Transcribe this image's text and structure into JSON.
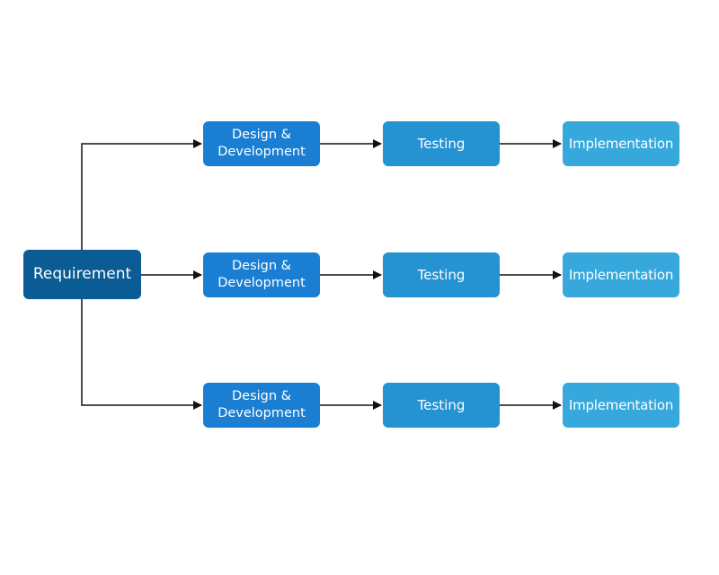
{
  "diagram": {
    "root": {
      "label": "Requirement",
      "color": "#0b5b94"
    },
    "branches": [
      {
        "design_line1": "Design &",
        "design_line2": "Development",
        "testing": "Testing",
        "implementation": "Implementation"
      },
      {
        "design_line1": "Design &",
        "design_line2": "Development",
        "testing": "Testing",
        "implementation": "Implementation"
      },
      {
        "design_line1": "Design &",
        "design_line2": "Development",
        "testing": "Testing",
        "implementation": "Implementation"
      }
    ],
    "colors": {
      "design": "#1a7fd2",
      "testing": "#2592d2",
      "implementation": "#37a8dc",
      "connector": "#111111"
    }
  }
}
